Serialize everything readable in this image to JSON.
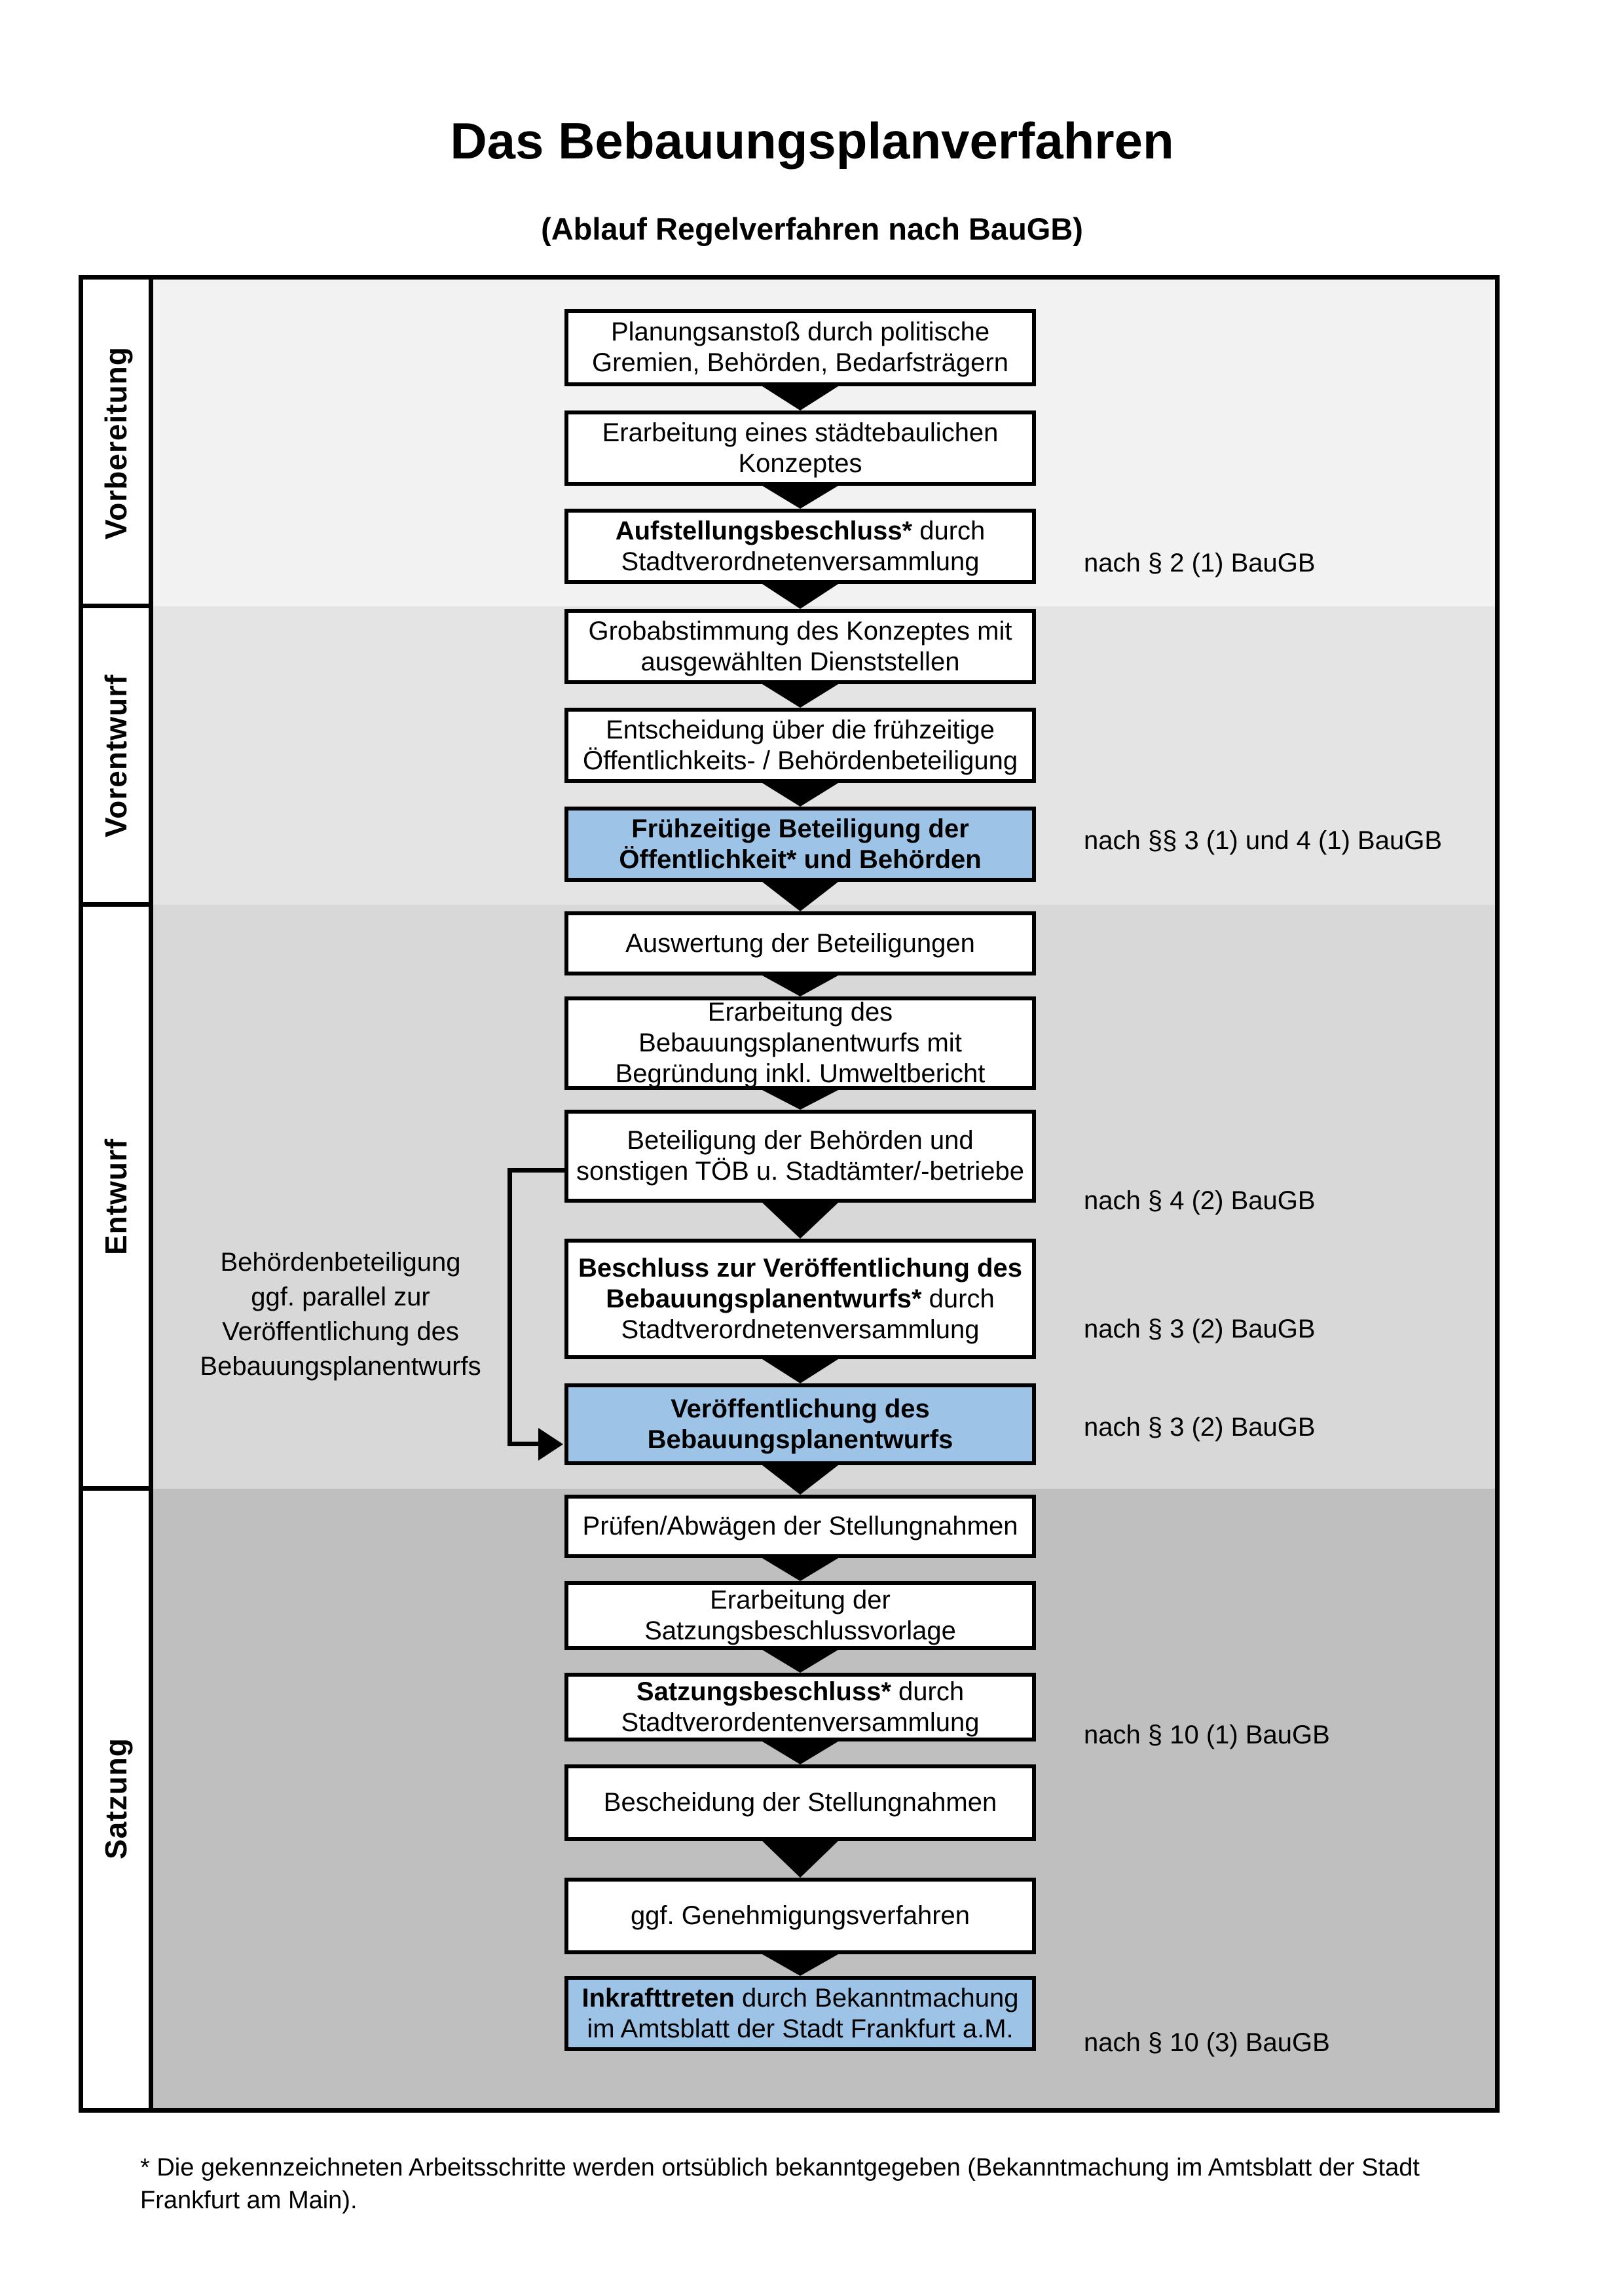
{
  "title": "Das Bebauungsplanverfahren",
  "subtitle": "(Ablauf Regelverfahren nach BauGB)",
  "phases": [
    {
      "label": "Vorbereitung"
    },
    {
      "label": "Vorentwurf"
    },
    {
      "label": "Entwurf"
    },
    {
      "label": "Satzung"
    }
  ],
  "steps": [
    {
      "text": "Planungsanstoß durch politische\nGremien, Behörden, Bedarfsträgern"
    },
    {
      "text": "Erarbeitung eines städtebaulichen\nKonzeptes"
    },
    {
      "bold": "Aufstellungsbeschluss*",
      "text": " durch\nStadtverordnetenversammlung"
    },
    {
      "text": "Grobabstimmung des Konzeptes mit\nausgewählten Dienststellen"
    },
    {
      "text": "Entscheidung über die frühzeitige\nÖffentlichkeits- / Behördenbeteiligung"
    },
    {
      "bold": "Frühzeitige Beteiligung der\nÖffentlichkeit* und Behörden",
      "highlight": true
    },
    {
      "text": "Auswertung der Beteiligungen"
    },
    {
      "text": "Erarbeitung des\nBebauungsplanentwurfs mit\nBegründung inkl. Umweltbericht"
    },
    {
      "text": "Beteiligung der Behörden und\nsonstigen TÖB u. Stadtämter/-betriebe"
    },
    {
      "bold": "Beschluss zur Veröffentlichung des\nBebauungsplanentwurfs*",
      "text": " durch\nStadtverordnetenversammlung"
    },
    {
      "bold": "Veröffentlichung des\nBebauungsplanentwurfs",
      "highlight": true
    },
    {
      "text": "Prüfen/Abwägen der Stellungnahmen"
    },
    {
      "text": "Erarbeitung der\nSatzungsbeschlussvorlage"
    },
    {
      "bold": "Satzungsbeschluss*",
      "text": " durch\nStadtverordentenversammlung"
    },
    {
      "text": "Bescheidung der Stellungnahmen"
    },
    {
      "text": "ggf. Genehmigungsverfahren"
    },
    {
      "bold": "Inkrafttreten",
      "text": " durch Bekanntmachung\nim Amtsblatt der Stadt Frankfurt a.M.",
      "highlight": true
    }
  ],
  "references": [
    {
      "text": "nach § 2 (1) BauGB"
    },
    {
      "text": "nach §§ 3 (1) und 4 (1) BauGB"
    },
    {
      "text": "nach § 4 (2) BauGB"
    },
    {
      "text": "nach § 3 (2) BauGB"
    },
    {
      "text": "nach § 3 (2) BauGB"
    },
    {
      "text": "nach § 10 (1) BauGB"
    },
    {
      "text": "nach § 10 (3) BauGB"
    }
  ],
  "annotation": {
    "text": "Behördenbeteiligung\nggf. parallel zur\nVeröffentlichung des\nBebauungsplanentwurfs"
  },
  "footnote": "* Die gekennzeichneten Arbeitsschritte werden ortsüblich bekanntgegeben (Bekanntmachung im Amtsblatt  der Stadt Frankfurt am Main).",
  "colors": {
    "highlight_box": "#9dc3e6",
    "phase_backgrounds": [
      "#f2f2f2",
      "#e4e4e4",
      "#d8d8d8",
      "#bfbfbf"
    ],
    "box_border": "#000000"
  }
}
